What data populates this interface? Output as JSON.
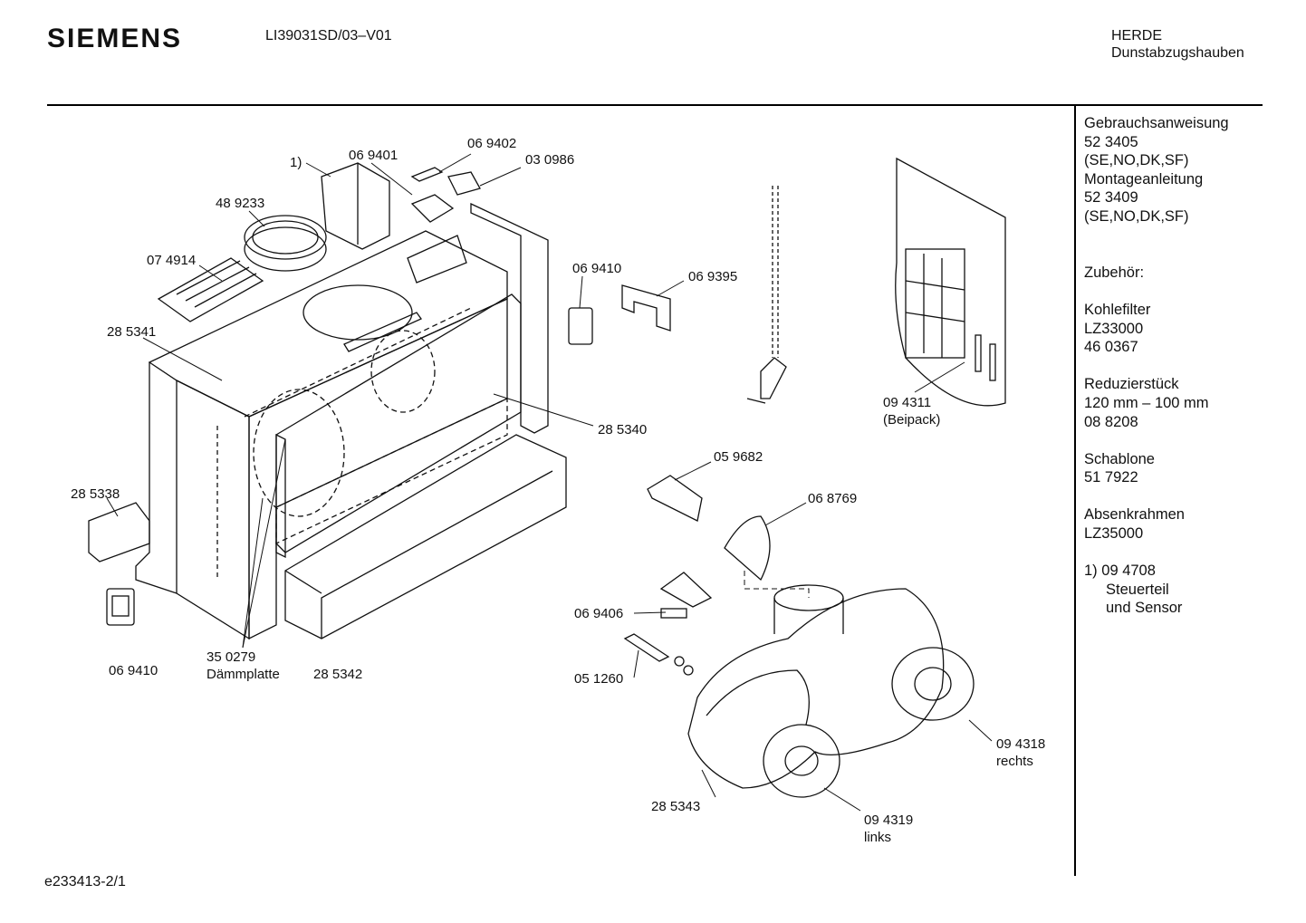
{
  "header": {
    "brand": "SIEMENS",
    "model": "LI39031SD/03–V01",
    "category_line1": "HERDE",
    "category_line2": "Dunstabzugshauben"
  },
  "side_panel": {
    "manual_title": "Gebrauchsanweisung",
    "manual_number": "52 3405",
    "manual_langs": "(SE,NO,DK,SF)",
    "install_title": "Montageanleitung",
    "install_number": "52 3409",
    "install_langs": "(SE,NO,DK,SF)",
    "accessories_title": "Zubehör:",
    "carbon_filter": "Kohlefilter",
    "carbon_model": "LZ33000",
    "carbon_number": "46 0367",
    "reducer": "Reduzierstück",
    "reducer_size": "120 mm – 100 mm",
    "reducer_number": "08 8208",
    "template": "Schablone",
    "template_number": "51 7922",
    "frame": "Absenkrahmen",
    "frame_model": "LZ35000",
    "note_prefix": "1)",
    "note_number": "09 4708",
    "note_line2": "Steuerteil",
    "note_line3": "und Sensor"
  },
  "parts": {
    "p_1": "1)",
    "p_069401": "06 9401",
    "p_069402": "06 9402",
    "p_030986": "03 0986",
    "p_489233": "48 9233",
    "p_074914": "07 4914",
    "p_285341": "28 5341",
    "p_069410a": "06 9410",
    "p_069395": "06 9395",
    "p_285340": "28 5340",
    "p_285338": "28 5338",
    "p_069410b": "06 9410",
    "p_350279": "35 0279",
    "p_daemm": "Dämmplatte",
    "p_285342": "28 5342",
    "p_094311": "09 4311",
    "p_beipack": "(Beipack)",
    "p_059682": "05 9682",
    "p_068769": "06 8769",
    "p_069406": "06 9406",
    "p_051260": "05 1260",
    "p_094318": "09 4318",
    "p_rechts": "rechts",
    "p_285343": "28 5343",
    "p_094319": "09 4319",
    "p_links": "links"
  },
  "footer": {
    "code": "e233413-2/1"
  }
}
